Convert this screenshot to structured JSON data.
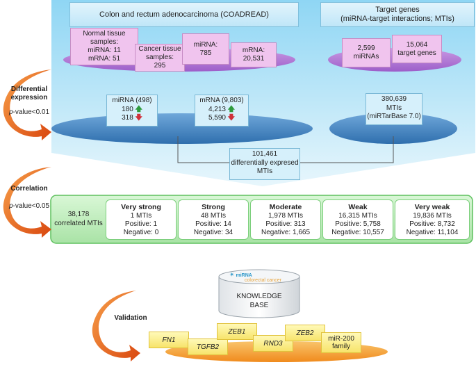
{
  "header": {
    "cancer_title": "Colon and rectum adenocarcinoma (COADREAD)",
    "target_title_line1": "Target genes",
    "target_title_line2": "(miRNA-target interactions; MTIs)"
  },
  "samples": {
    "normal": [
      "Normal tissue",
      "samples:",
      "miRNA: 11",
      "mRNA: 51"
    ],
    "cancer": [
      "Cancer tissue",
      "samples:",
      "295"
    ],
    "mirna": [
      "miRNA:",
      "785"
    ],
    "mrna": [
      "mRNA:",
      "20,531"
    ],
    "mirnas_count": [
      "2,599",
      "miRNAs"
    ],
    "target_genes": [
      "15,064",
      "target genes"
    ]
  },
  "diff_expression": {
    "side_label": [
      "Differential",
      "expression"
    ],
    "pvalue_italic": "p",
    "pvalue_rest": "-value<0.01",
    "mirna_title": "miRNA (498)",
    "mirna_up": "180",
    "mirna_down": "318",
    "mrna_title": "mRNA (9,803)",
    "mrna_up": "4,213",
    "mrna_down": "5,590",
    "mtis": [
      "380,639",
      "MTIs",
      "(miRTarBase 7.0)"
    ]
  },
  "diff_mtis": [
    "101,461",
    "differentially expresed",
    "MTIs"
  ],
  "correlation": {
    "side_label": "Correlation",
    "pvalue_italic": "p",
    "pvalue_rest": "-value<0.05",
    "total": [
      "38,178",
      "correlated MTIs"
    ],
    "levels": [
      {
        "title": "Very strong",
        "mtis": "1 MTIs",
        "positive": "Positive: 1",
        "negative": "Negative: 0"
      },
      {
        "title": "Strong",
        "mtis": "48 MTIs",
        "positive": "Positive: 14",
        "negative": "Negative: 34"
      },
      {
        "title": "Moderate",
        "mtis": "1,978 MTIs",
        "positive": "Positive: 313",
        "negative": "Negative: 1,665"
      },
      {
        "title": "Weak",
        "mtis": "16,315 MTIs",
        "positive": "Positive: 5,758",
        "negative": "Negative: 10,557"
      },
      {
        "title": "Very weak",
        "mtis": "19,836 MTIs",
        "positive": "Positive: 8,732",
        "negative": "Negative: 11,104"
      }
    ]
  },
  "knowledge_base": {
    "logo_text1": "miRNA",
    "logo_text2": "colorectal cancer",
    "label": [
      "KNOWLEDGE",
      "BASE"
    ]
  },
  "validation": {
    "side_label": "Validation",
    "genes": [
      "FN1",
      "TGFB2",
      "ZEB1",
      "RND3",
      "ZEB2"
    ],
    "family": [
      "miR-200",
      "family"
    ]
  },
  "colors": {
    "arrow_orange": "#ef6a1e",
    "ellipse_purple": "#b277d6",
    "ellipse_blue": "#4d8bc6",
    "correlation_green": "#c5f0c5",
    "gene_yellow": "#fbef88",
    "base_orange": "#f6a43a"
  }
}
